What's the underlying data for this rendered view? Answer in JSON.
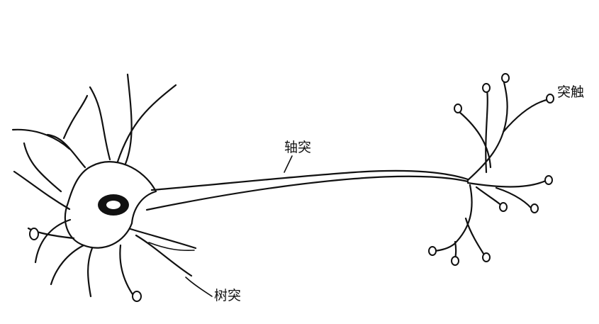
{
  "labels": {
    "axon": "轴突",
    "synapse": "突触",
    "dendrite": "树突"
  },
  "colors": {
    "line": "#111111",
    "background": "#ffffff"
  }
}
